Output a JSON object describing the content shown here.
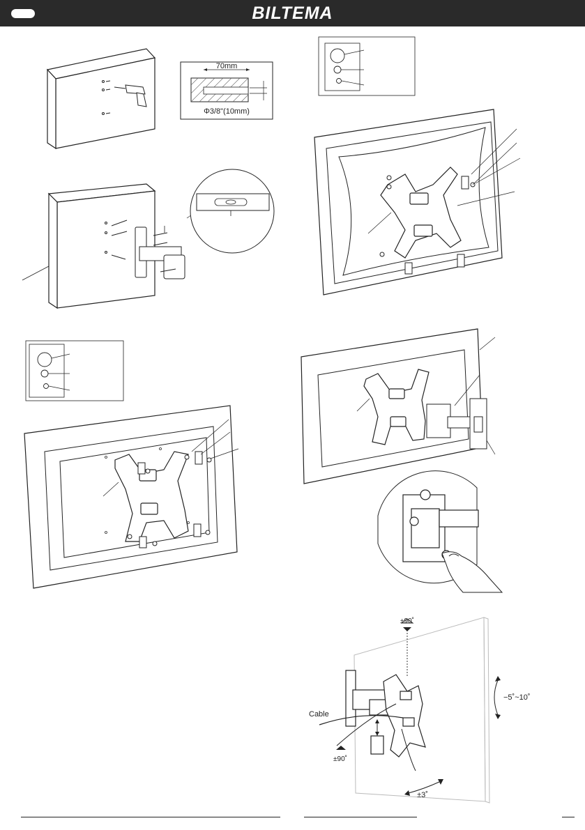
{
  "header": {
    "brand": "BILTEMA"
  },
  "step1": {
    "dim_width": "70mm",
    "dim_drill": "Φ3/8\"(10mm)"
  },
  "step6": {
    "tilt_top": "±90˚",
    "tilt_bottom": "±90˚",
    "cable_label": "Cable",
    "tilt_side": "−5˚~10˚",
    "level_adjust": "±3˚"
  },
  "colors": {
    "header_bg": "#2a2a2a",
    "line": "#222222"
  },
  "icons": [
    "drill-icon",
    "spirit-level-icon",
    "hand-icon",
    "rotation-arrow-icon"
  ]
}
